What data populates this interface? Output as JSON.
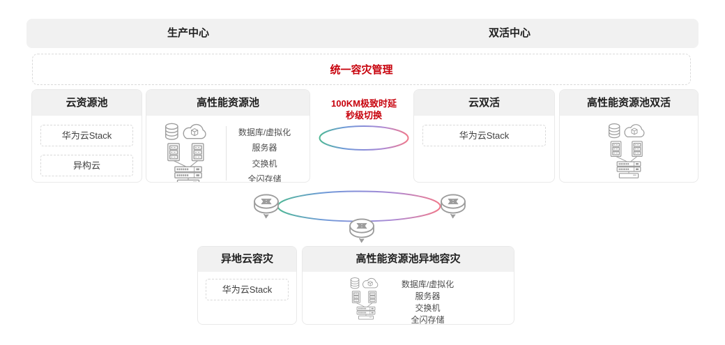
{
  "colors": {
    "accent_red": "#c7000b",
    "panel_header_bg": "#f1f1f1",
    "panel_border": "#e9e9e9",
    "dashed_border": "#d9d9d9",
    "icon_gray": "#9c9c9c",
    "title_text": "#1f1f1f",
    "ring_gradient": [
      "#4fb795",
      "#6f9ad8",
      "#8a8cd8",
      "#ae89d3",
      "#f0788a"
    ]
  },
  "header": {
    "production_center": "生产中心",
    "active_active_center": "双活中心"
  },
  "management_bar": {
    "label": "统一容灾管理"
  },
  "link_annotation": {
    "line1": "100KM极致时延",
    "line2": "秒级切换"
  },
  "panels": {
    "cloud_resource_pool": {
      "title": "云资源池",
      "items": [
        {
          "label": "华为云Stack"
        },
        {
          "label": "异构云"
        }
      ]
    },
    "high_perf_pool": {
      "title": "高性能资源池",
      "component_labels": [
        "数据库/虚拟化",
        "服务器",
        "交换机",
        "全闪存储"
      ]
    },
    "cloud_active_active": {
      "title": "云双活",
      "items": [
        {
          "label": "华为云Stack"
        }
      ]
    },
    "high_perf_pool_aa": {
      "title": "高性能资源池双活"
    },
    "remote_cloud_dr": {
      "title": "异地云容灾",
      "items": [
        {
          "label": "华为云Stack"
        }
      ]
    },
    "high_perf_pool_remote_dr": {
      "title": "高性能资源池异地容灾",
      "component_labels": [
        "数据库/虚拟化",
        "服务器",
        "交换机",
        "全闪存储"
      ]
    }
  },
  "icons": {
    "database-icon": "cylinder",
    "cloud-icon": "cloud with cube",
    "server-icon": "rack server",
    "switch-icon": "network switch",
    "storage-icon": "all-flash storage array",
    "router-icon": "router cylinder with cross arrows"
  }
}
